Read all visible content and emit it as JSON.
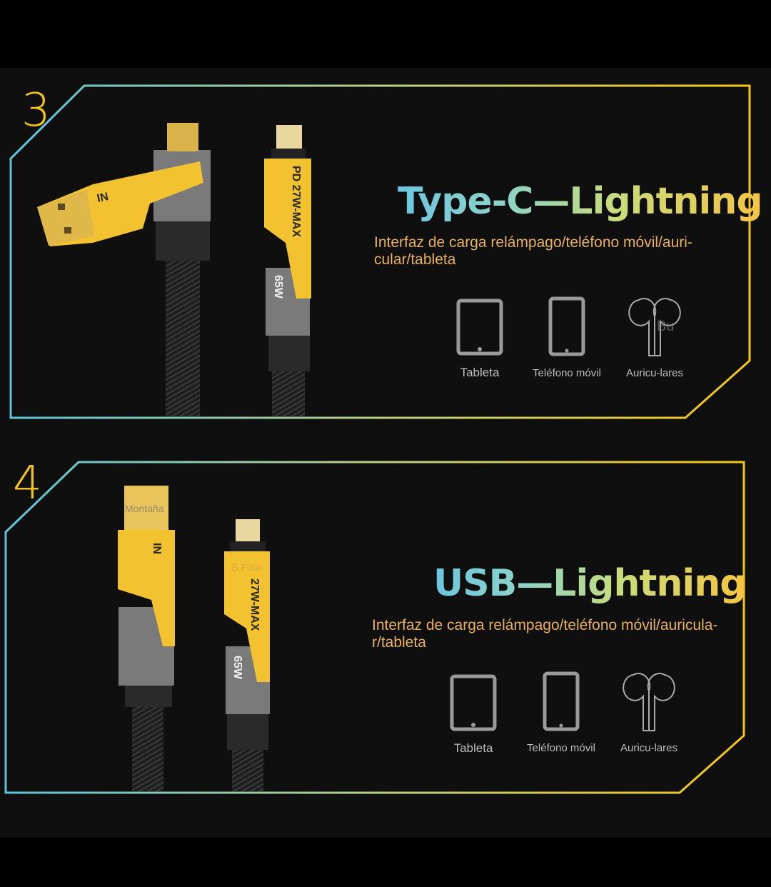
{
  "sections": [
    {
      "number": "3",
      "title": "Type-C—Lightning",
      "description": "Interfaz de carga relámpago/teléfono móvil/auri-cular/tableta",
      "devices": [
        {
          "icon": "tablet-icon",
          "label": "Tableta"
        },
        {
          "icon": "phone-icon",
          "label": "Teléfono móvil"
        },
        {
          "icon": "earphones-icon",
          "label": "Auricu-lares"
        }
      ],
      "cable_labels": {
        "usb_badge": "IN",
        "lightning_label": "PD 27W-MAX",
        "power_label": "65W"
      },
      "watermark": "Bu"
    },
    {
      "number": "4",
      "title": "USB—Lightning",
      "description": "Interfaz de carga relámpago/teléfono móvil/auricula-r/tableta",
      "devices": [
        {
          "icon": "tablet-icon",
          "label": "Tableta"
        },
        {
          "icon": "phone-icon",
          "label": "Teléfono móvil"
        },
        {
          "icon": "earphones-icon",
          "label": "Auricu-lares"
        }
      ],
      "cable_labels": {
        "usb_badge": "IN",
        "lightning_label": "27W-MAX",
        "power_label": "65W"
      },
      "watermark": "Montaña",
      "watermark2": "S Foto"
    }
  ],
  "colors": {
    "accent": "#f5c518",
    "frame_start": "#5fc3d8",
    "frame_end": "#f5c518",
    "desc": "#e8b060"
  }
}
